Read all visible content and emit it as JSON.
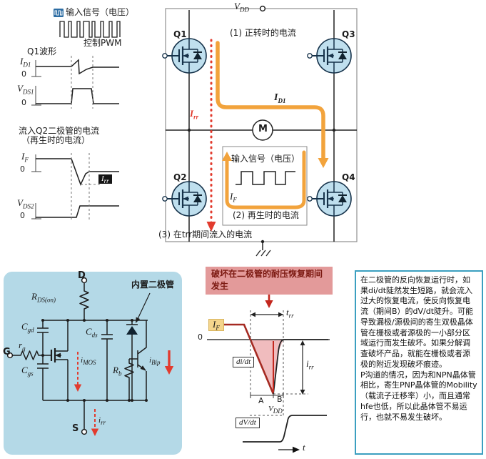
{
  "colors": {
    "orange": "#F2A33C",
    "red": "#E23B2E",
    "panel_blue": "#B4D9E7",
    "pink_header": "#E39A9A",
    "pink_fill": "#F0BCBE",
    "wheat": "#F4D58D",
    "teal_border": "#3B9FC0",
    "mosfet_fill": "#BFDFEE"
  },
  "top_left": {
    "input_signal": "输入信号（电压）",
    "control_pwm": "控制PWM",
    "q1_waveform": "Q1波形",
    "id1": {
      "b": "I",
      "s": "D1"
    },
    "vds1": {
      "b": "V",
      "s": "DS1"
    },
    "q2_line1": "流入Q2二极管的电流",
    "q2_line2": "（再生时的电流）",
    "if_": {
      "b": "I",
      "s": "F"
    },
    "irr": {
      "b": "I",
      "s": "rr"
    },
    "vds2": {
      "b": "V",
      "s": "DS2"
    },
    "zero": "0"
  },
  "bridge": {
    "vdd": {
      "b": "V",
      "s": "DD"
    },
    "q1": "Q1",
    "q2": "Q2",
    "q3": "Q3",
    "q4": "Q4",
    "motor": "M",
    "note1": "(1) 正转时的电流",
    "id1": {
      "b": "I",
      "s": "D1"
    },
    "irr": {
      "b": "I",
      "s": "rr"
    },
    "inner_input": "输入信号（电压）",
    "inner_if": {
      "b": "I",
      "s": "F"
    },
    "note2": "(2) 再生时的电流",
    "note3": "(3) 在trr期间流入的电流"
  },
  "model": {
    "d": "D",
    "g": "G",
    "s": "S",
    "rds": {
      "b": "R",
      "s": "DS(on)"
    },
    "cgd": {
      "b": "C",
      "s": "gd"
    },
    "rg": {
      "b": "r",
      "s": "g"
    },
    "cgs": {
      "b": "C",
      "s": "gs"
    },
    "cds": {
      "b": "C",
      "s": "ds"
    },
    "imos": {
      "b": "i",
      "s": "MOS"
    },
    "rb": {
      "b": "R",
      "s": "b"
    },
    "ibip": {
      "b": "i",
      "s": "Bip"
    },
    "irr": {
      "b": "i",
      "s": "rr"
    },
    "builtin_diode": "内置二极管"
  },
  "recovery": {
    "header": "破坏在二极管的耐压恢复期间发生",
    "if_": {
      "b": "I",
      "s": "F"
    },
    "zero": "0",
    "trr": {
      "b": "t",
      "s": "rr"
    },
    "didt": "di/dt",
    "irr": {
      "b": "i",
      "s": "rr"
    },
    "interval_a": "A",
    "interval_b": "B",
    "vdd": {
      "b": "V",
      "s": "DD"
    },
    "dvdt": "dV/dt",
    "t": "t"
  },
  "explanation": {
    "para1": "在二极管的反向恢复运行时，如果di/dt陡然发生短路，就会流入过大的恢复电流，使反向恢复电流（期间B）的dV/dt陡升。可能导致漏极/源极间的寄生双极晶体管在栅极或者源极的一小部分区域运行而发生破坏。如果分解调查破坏产品，就能在栅极或者源极的附近发现破坏痕迹。",
    "para2": "P沟道的情况，因为和NPN晶体管相比，寄生PNP晶体管的Mobility（载流子迁移率）小，而且通常hfe也低，所以此晶体管不易运行，也就不易发生破坏。"
  }
}
